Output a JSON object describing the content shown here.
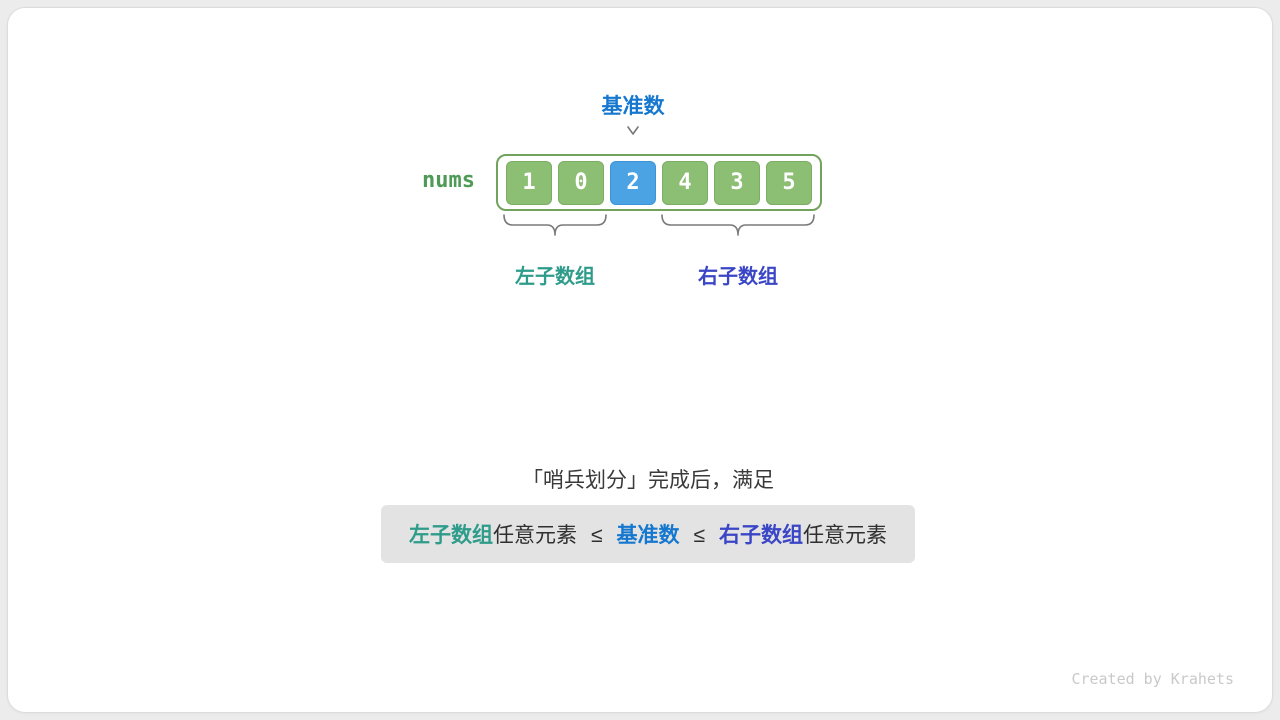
{
  "diagram": {
    "pivot_label": "基准数",
    "nums_label": "nums",
    "cells": [
      {
        "value": "1",
        "role": "normal"
      },
      {
        "value": "0",
        "role": "normal"
      },
      {
        "value": "2",
        "role": "pivot"
      },
      {
        "value": "4",
        "role": "normal"
      },
      {
        "value": "3",
        "role": "normal"
      },
      {
        "value": "5",
        "role": "normal"
      }
    ],
    "left_subarray_label": "左子数组",
    "right_subarray_label": "右子数组"
  },
  "caption": {
    "text": "「哨兵划分」完成后，满足"
  },
  "condition": {
    "left_subarray": "左子数组",
    "left_suffix": "任意元素",
    "leq_1": "≤",
    "pivot": "基准数",
    "leq_2": "≤",
    "right_subarray": "右子数组",
    "right_suffix": "任意元素"
  },
  "footer": {
    "credit": "Created by Krahets"
  },
  "colors": {
    "cell_green": "#8cbe73",
    "cell_blue": "#4ba3e3",
    "array_border_green": "#72a35c",
    "pivot_text_blue": "#1677cf",
    "nums_green": "#4e9a56",
    "left_label_teal": "#2e9c8a",
    "right_label_indigo": "#3a46c6",
    "condition_box_bg": "#e3e3e3",
    "credit_gray": "#c9c9c9"
  }
}
